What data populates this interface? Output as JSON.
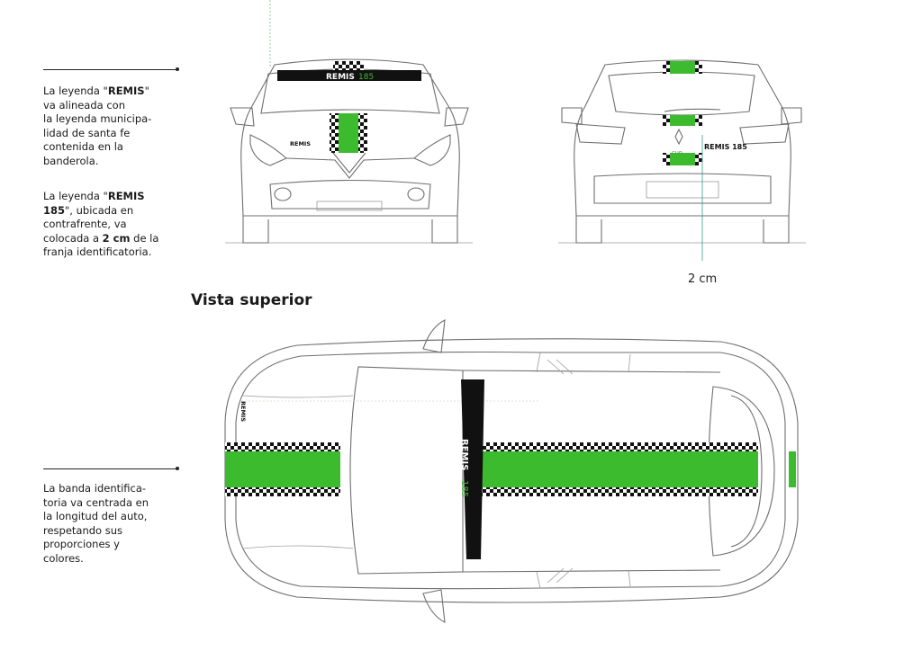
{
  "notes": {
    "front": {
      "pre": "La leyenda \"",
      "bold": "REMIS",
      "post": "\"\nva alineada con\nla leyenda munici­pa-\nlidad de santa fe\ncontenida en la\nbanderola."
    },
    "rear": {
      "pre": "La leyenda \"",
      "bold1": "REMIS\n185",
      "mid": "\", ubicada en\ncontrafrente, va\ncolocada a ",
      "bold2": "2 cm",
      "post": " de la\nfranja identificatoria."
    },
    "band": "La banda identifica-\ntoria va centrada en\nla longitud del auto,\nrespetando sus\nproporciones y\ncolores."
  },
  "section_title": "Vista superior",
  "measurement": "2 cm",
  "car_labels": {
    "banner_remis": "REMIS",
    "banner_number": "185",
    "front_hood": "REMIS",
    "rear_plate": "REMIS 185",
    "rear_badge": "CLIO",
    "top_hood": "REMIS",
    "roof_remis": "REMIS",
    "roof_number": "185"
  },
  "colors": {
    "green": "#3dbb2e",
    "black": "#111111",
    "outline": "#6f6f6f"
  }
}
